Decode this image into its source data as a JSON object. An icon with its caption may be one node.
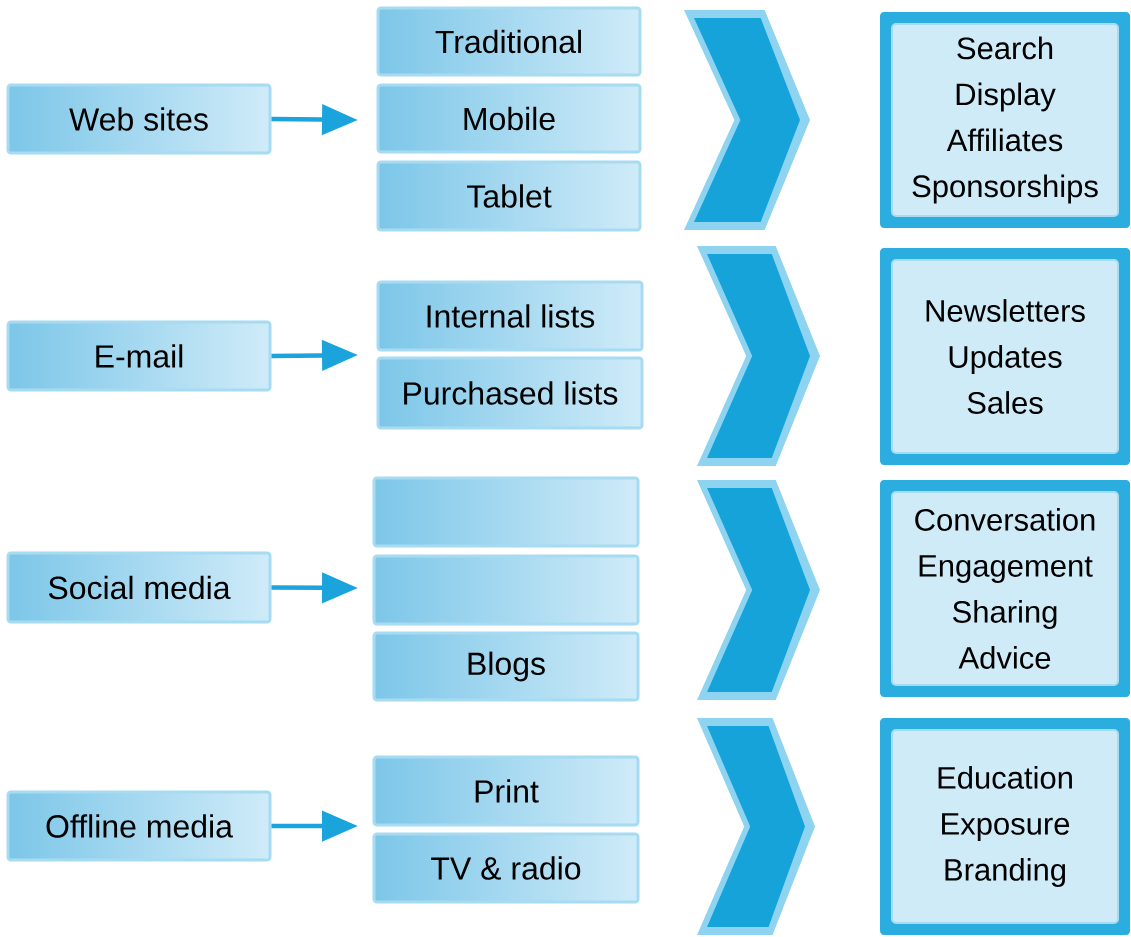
{
  "diagram": {
    "nodes": [
      {
        "text": [
          "Web sites"
        ]
      },
      {
        "text": [
          "Traditional"
        ]
      },
      {
        "text": [
          "Mobile"
        ]
      },
      {
        "text": [
          "Tablet"
        ]
      },
      {
        "text": [],
        "shape": "chevron"
      },
      {
        "text": [
          "Search",
          "Display",
          "Affiliates",
          "Sponsorships"
        ]
      },
      {
        "text": [
          "E-mail"
        ]
      },
      {
        "text": [
          "Internal lists"
        ]
      },
      {
        "text": [
          "Purchased lists"
        ]
      },
      {
        "text": [],
        "shape": "chevron"
      },
      {
        "text": [
          "Newsletters",
          "Updates",
          "Sales"
        ]
      },
      {
        "text": [
          "Social media"
        ]
      },
      {
        "text": [],
        "shape": "box"
      },
      {
        "text": [],
        "shape": "box"
      },
      {
        "text": [
          "Blogs"
        ]
      },
      {
        "text": [],
        "shape": "chevron"
      },
      {
        "text": [
          "Conversation",
          "Engagement",
          "Sharing",
          "Advice"
        ]
      },
      {
        "text": [
          "Offline media"
        ]
      },
      {
        "text": [
          "Print"
        ]
      },
      {
        "text": [
          "TV & radio"
        ]
      },
      {
        "text": [],
        "shape": "chevron"
      },
      {
        "text": [
          "Education",
          "Exposure",
          "Branding"
        ]
      }
    ],
    "edges": [
      {
        "from": 0,
        "to": null,
        "arrow": "to"
      },
      {
        "from": 6,
        "to": null,
        "arrow": "to"
      },
      {
        "from": 11,
        "to": null,
        "arrow": "to"
      },
      {
        "from": 17,
        "to": null,
        "arrow": "to"
      }
    ]
  }
}
